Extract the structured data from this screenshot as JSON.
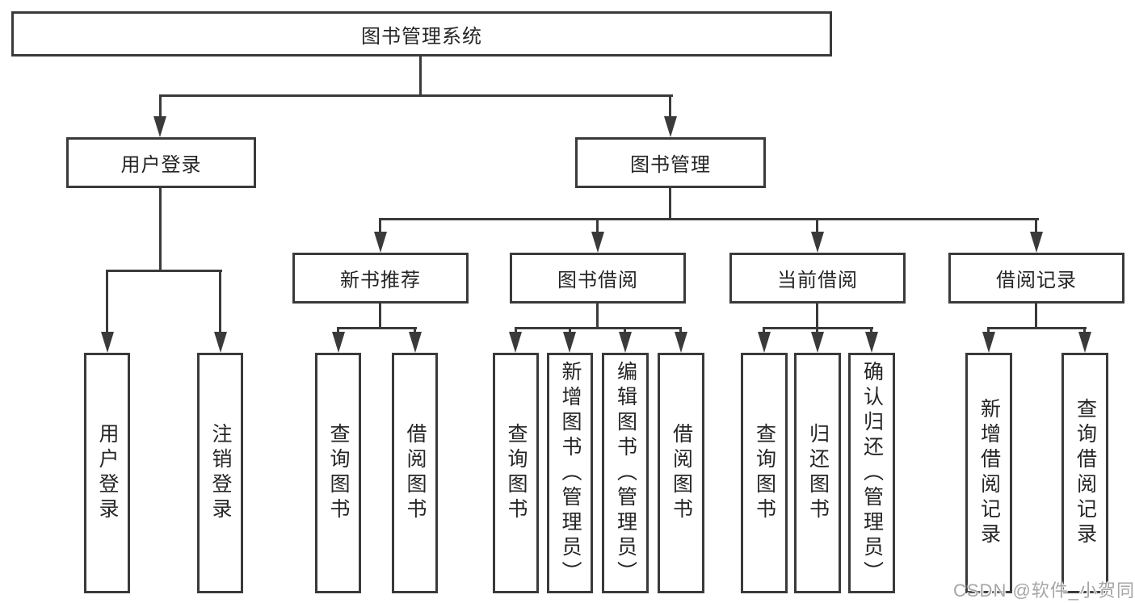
{
  "diagram": {
    "type": "hierarchy",
    "root": {
      "label": "图书管理系统"
    },
    "branches": [
      {
        "label": "用户登录",
        "children": [
          {
            "label": "用户登录"
          },
          {
            "label": "注销登录"
          }
        ]
      },
      {
        "label": "图书管理",
        "children": [
          {
            "label": "新书推荐",
            "children": [
              {
                "label": "查询图书"
              },
              {
                "label": "借阅图书"
              }
            ]
          },
          {
            "label": "图书借阅",
            "children": [
              {
                "label": "查询图书"
              },
              {
                "label": "新增图书（管理员）"
              },
              {
                "label": "编辑图书（管理员）"
              },
              {
                "label": "借阅图书"
              }
            ]
          },
          {
            "label": "当前借阅",
            "children": [
              {
                "label": "查询图书"
              },
              {
                "label": "归还图书"
              },
              {
                "label": "确认归还（管理员）"
              }
            ]
          },
          {
            "label": "借阅记录",
            "children": [
              {
                "label": "新增借阅记录"
              },
              {
                "label": "查询借阅记录"
              }
            ]
          }
        ]
      }
    ],
    "colors": {
      "line": "#3a3a3a",
      "box_background": "#ffffff",
      "text": "#252525",
      "watermark": "#a6a6a6",
      "page_background": "#ffffff"
    }
  },
  "watermark": {
    "text": "CSDN @软件_小贺同学"
  }
}
